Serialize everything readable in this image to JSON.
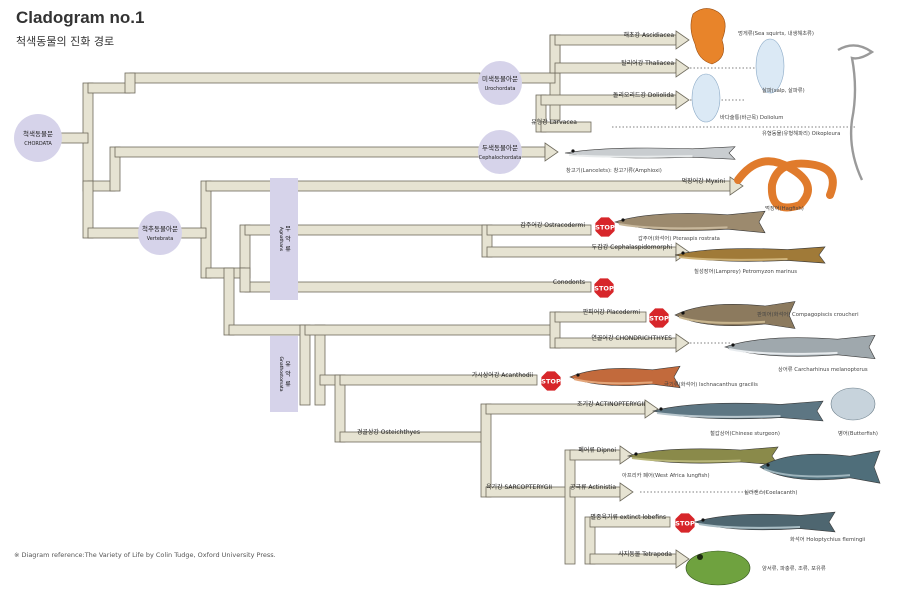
{
  "title": "Cladogram no.1",
  "subtitle": "척색동물의 진화 경로",
  "note": "※ Diagram reference:The Variety of Life by Colin Tudge, Oxford University Press.",
  "colors": {
    "branch_fill": "#e6e3d2",
    "branch_stroke": "#6e6a5c",
    "node_circle": "#d6d3ea",
    "side_bar": "#d6d3ea",
    "stop_red": "#d7262a"
  },
  "nodes": {
    "chordata": {
      "ko": "척색동물문",
      "en": "CHORDATA"
    },
    "urochordata": {
      "ko": "미색동물아문",
      "en": "Urochordata"
    },
    "cephalochordata": {
      "ko": "두색동물아문",
      "en": "Cephalochordata"
    },
    "vertebrata": {
      "ko": "척추동물아문",
      "en": "Vertebrata"
    }
  },
  "bars": {
    "agnathans": {
      "ko": "무악류",
      "en": "Agnathans"
    },
    "gnathostomata": {
      "ko": "유악류",
      "en": "Gnathostomata"
    }
  },
  "clades": {
    "ascidiacea": "해초강 Ascidiacea",
    "thaliacea": "탈리어강 Thaliacea",
    "doliolida": "돌리오리드강 Doliolida",
    "larvacea": "유형강 Larvacea",
    "myxini": "먹장어강 Myxini",
    "ostracodermi": "갑주어강 Ostracodermi",
    "cephalaspidomorphi": "두갑강 Cephalaspidomorphi",
    "conodonts": "Conodonts",
    "placodermi": "판피어강 Placodermi",
    "chondrichthyes": "연골어강 CHONDRICHTHYES",
    "acanthodii": "가시상어강 Acanthodii",
    "osteichthyes": "경골상강 Osteichthyes",
    "actinopterygii": "조기강 ACTINOPTERYGII",
    "sarcopterygii": "육기강 SARCOPTERYGII",
    "dipnoi": "폐어류 Dipnoi",
    "actinistia": "공극류 Actinistia",
    "extinct_lobefins": "멸종육기류 extinct lobefins",
    "tetrapoda": "사지동물 Tetrapoda"
  },
  "stop_label": "STOP",
  "captions": {
    "sea_squirts": "멍게류(Sea squirts, 내생해초류)",
    "salp": "살파(salp, 살파류)",
    "doliolum": "바다술통(바근목) Doliolum",
    "oikopleura": "유형동물(유형해파리) Oikopleura",
    "lancelets": "창고기(Lancelets): 창고기류(Amphioxi)",
    "hagfish": "먹장어(Hagfish)",
    "pteraspis": "갑주어(화석어) Pteraspis rostrata",
    "lamprey": "칠성장어(Lamprey) Petromyzon marinus",
    "compagopiscis": "판피어(화석어) Compagopiscis croucheri",
    "carcharhinus": "상어류 Carcharhinus melanopterus",
    "ischnacanthus": "극기류(화석어) Ischnacanthus gracilis",
    "sturgeon": "철갑상어(Chinese sturgeon)",
    "butterfish": "병어(Butterfish)",
    "lungfish": "아프리카 폐어(West Africa lungfish)",
    "coelacanth": "실러캔스(Coelacanth)",
    "holoptychius": "화석어 Holoptychius flemingii",
    "tetrapods": "양서류, 파충류, 조류, 포유류"
  }
}
